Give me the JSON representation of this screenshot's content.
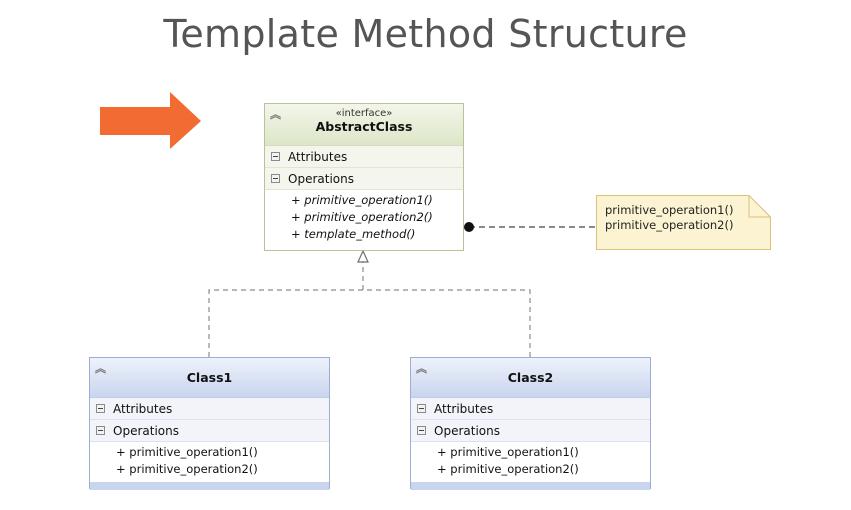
{
  "title": "Template Method Structure",
  "abstract_class": {
    "stereotype": "«interface»",
    "name": "AbstractClass",
    "attributes_label": "Attributes",
    "operations_label": "Operations",
    "operations": [
      "+ primitive_operation1()",
      "+ primitive_operation2()",
      "+ template_method()"
    ]
  },
  "note": {
    "lines": [
      "primitive_operation1()",
      "primitive_operation2()"
    ]
  },
  "class1": {
    "name": "Class1",
    "attributes_label": "Attributes",
    "operations_label": "Operations",
    "operations": [
      "+ primitive_operation1()",
      "+ primitive_operation2()"
    ]
  },
  "class2": {
    "name": "Class2",
    "attributes_label": "Attributes",
    "operations_label": "Operations",
    "operations": [
      "+ primitive_operation1()",
      "+ primitive_operation2()"
    ]
  },
  "colors": {
    "arrow": "#f26b33",
    "abstract_header": "#dde6c8",
    "concrete_header": "#c9d5ee",
    "note_fill": "#fcf3d2",
    "note_border": "#d9c27a"
  },
  "icons": {
    "pointer_arrow": "right-arrow-icon",
    "collapse": "double-chevron-up-icon",
    "section_toggle": "minus-box-icon"
  }
}
